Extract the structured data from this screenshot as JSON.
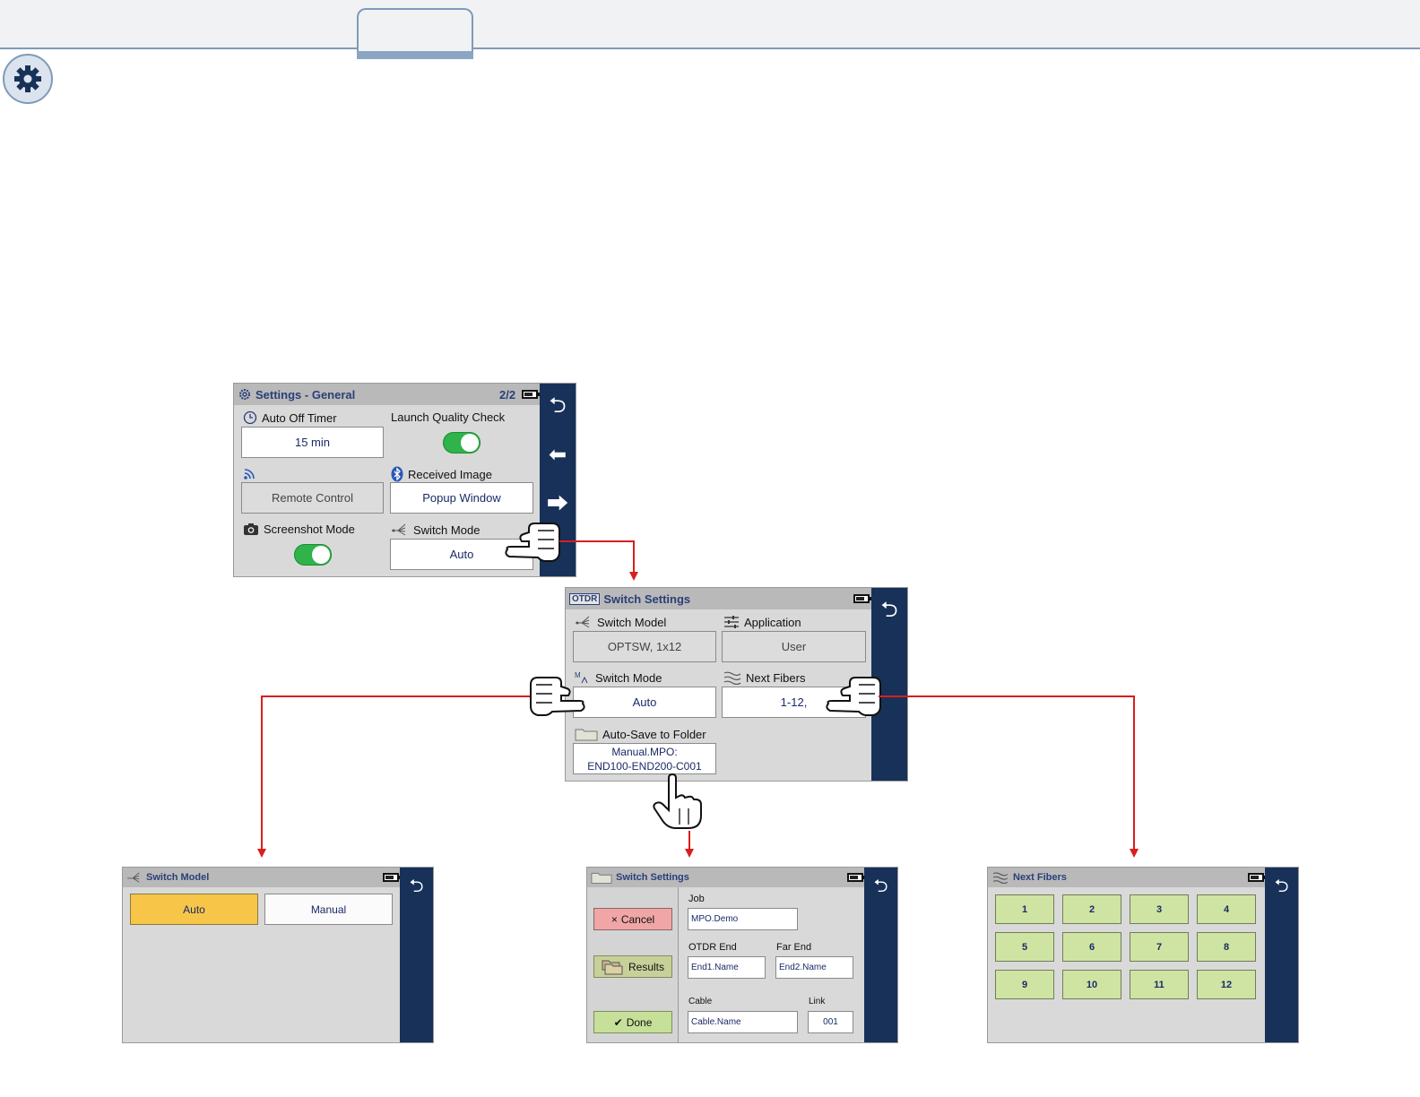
{
  "screen_general": {
    "title": "Settings - General",
    "page": "2/2",
    "auto_off_label": "Auto Off Timer",
    "auto_off_value": "15 min",
    "launch_quality_label": "Launch Quality Check",
    "remote_control_value": "Remote Control",
    "received_image_label": "Received Image",
    "received_image_value": "Popup Window",
    "screenshot_label": "Screenshot Mode",
    "switch_mode_label": "Switch Mode",
    "switch_mode_value": "Auto"
  },
  "screen_switch_settings": {
    "badge": "OTDR",
    "title": "Switch Settings",
    "switch_model_label": "Switch Model",
    "switch_model_value": "OPTSW, 1x12",
    "application_label": "Application",
    "application_value": "User",
    "switch_mode_label": "Switch Mode",
    "switch_mode_value": "Auto",
    "next_fibers_label": "Next Fibers",
    "next_fibers_value": "1-12,",
    "autosave_label": "Auto-Save to Folder",
    "autosave_line1": "Manual.MPO:",
    "autosave_line2": "END100-END200-C001"
  },
  "screen_switch_model": {
    "title": "Switch Model",
    "auto_label": "Auto",
    "manual_label": "Manual"
  },
  "screen_job": {
    "title": "Switch Settings",
    "cancel_label": "Cancel",
    "results_label": "Results",
    "done_label": "Done",
    "job_label": "Job",
    "job_value": "MPO.Demo",
    "otdr_end_label": "OTDR End",
    "otdr_end_value": "End1.Name",
    "far_end_label": "Far End",
    "far_end_value": "End2.Name",
    "cable_label": "Cable",
    "cable_value": "Cable.Name",
    "link_label": "Link",
    "link_value": "001"
  },
  "screen_next_fibers": {
    "title": "Next Fibers",
    "fibers": [
      "1",
      "2",
      "3",
      "4",
      "5",
      "6",
      "7",
      "8",
      "9",
      "10",
      "11",
      "12"
    ]
  },
  "colors": {
    "sidebar": "#173159",
    "connector": "#d81e1e",
    "toggle_on": "#2fb34a",
    "auto_selected": "#f7c548",
    "fiber_button": "#cfe4a3"
  }
}
